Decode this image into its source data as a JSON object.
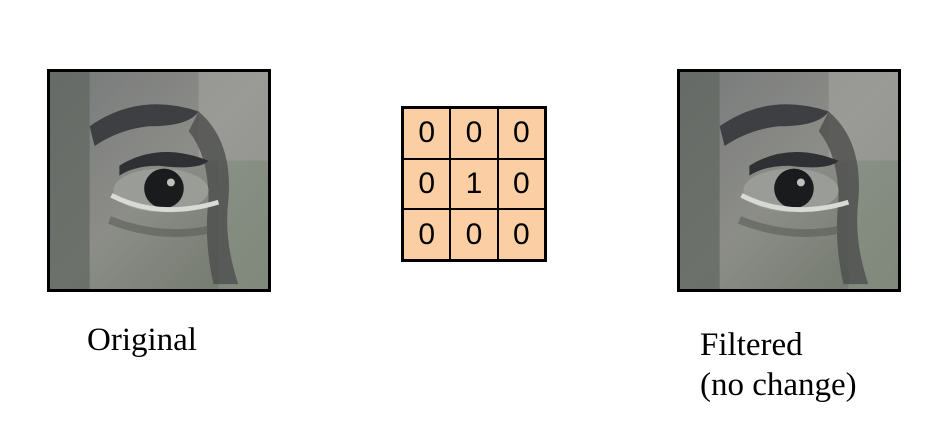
{
  "original": {
    "caption": "Original"
  },
  "kernel": {
    "cells": [
      "0",
      "0",
      "0",
      "0",
      "1",
      "0",
      "0",
      "0",
      "0"
    ],
    "fill_color": "#fbcfa3"
  },
  "filtered": {
    "caption_line1": "Filtered",
    "caption_line2": "(no change)"
  }
}
